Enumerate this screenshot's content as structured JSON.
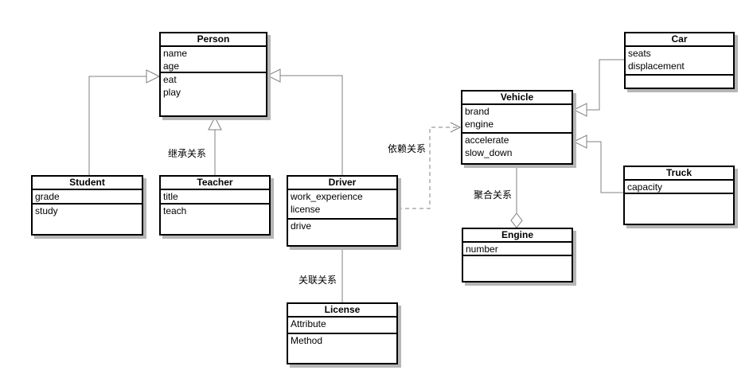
{
  "diagram": {
    "classes": {
      "person": {
        "name": "Person",
        "attributes": [
          "name",
          "age"
        ],
        "methods": [
          "eat",
          "play"
        ]
      },
      "student": {
        "name": "Student",
        "attributes": [
          "grade"
        ],
        "methods": [
          "study"
        ]
      },
      "teacher": {
        "name": "Teacher",
        "attributes": [
          "title"
        ],
        "methods": [
          "teach"
        ]
      },
      "driver": {
        "name": "Driver",
        "attributes": [
          "work_experience",
          "license"
        ],
        "methods": [
          "drive"
        ]
      },
      "license": {
        "name": "License",
        "attributes": [
          "Attribute"
        ],
        "methods": [
          "Method"
        ]
      },
      "vehicle": {
        "name": "Vehicle",
        "attributes": [
          "brand",
          "engine"
        ],
        "methods": [
          "accelerate",
          "slow_down"
        ]
      },
      "engine": {
        "name": "Engine",
        "attributes": [
          "number"
        ],
        "methods": []
      },
      "car": {
        "name": "Car",
        "attributes": [
          "seats",
          "displacement"
        ],
        "methods": []
      },
      "truck": {
        "name": "Truck",
        "attributes": [
          "capacity"
        ],
        "methods": []
      }
    },
    "edge_labels": {
      "inheritance": "继承关系",
      "dependency": "依赖关系",
      "aggregation": "聚合关系",
      "association": "关联关系"
    },
    "colors": {
      "line": "#808080",
      "border": "#000000",
      "shadow": "#b6b6b6",
      "background": "#ffffff"
    }
  }
}
